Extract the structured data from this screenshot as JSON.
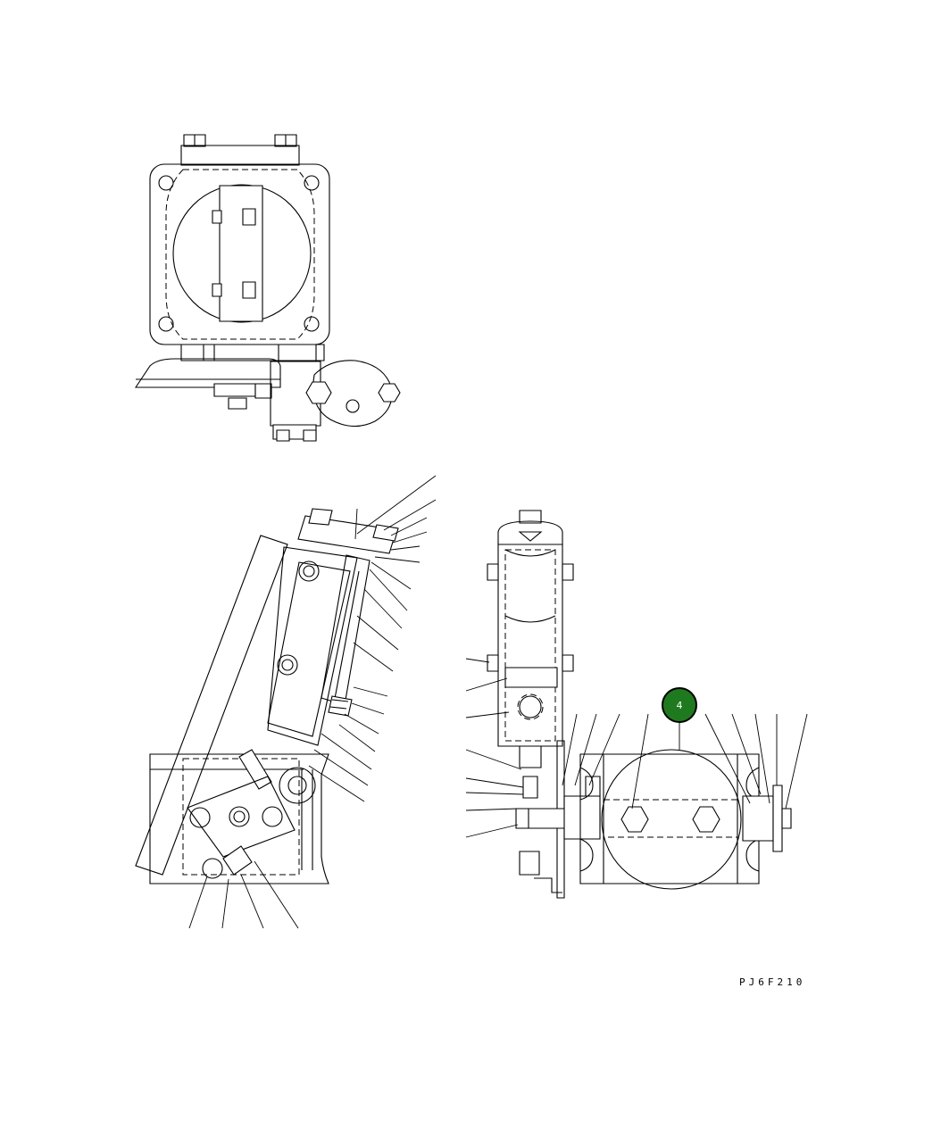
{
  "drawing": {
    "id": "PJ6F210",
    "callout": {
      "label": "4",
      "color": "#1f7a1f",
      "border": "#000000",
      "text_color": "#ffffff"
    },
    "views": [
      "front-view",
      "side-view",
      "end-view"
    ]
  }
}
